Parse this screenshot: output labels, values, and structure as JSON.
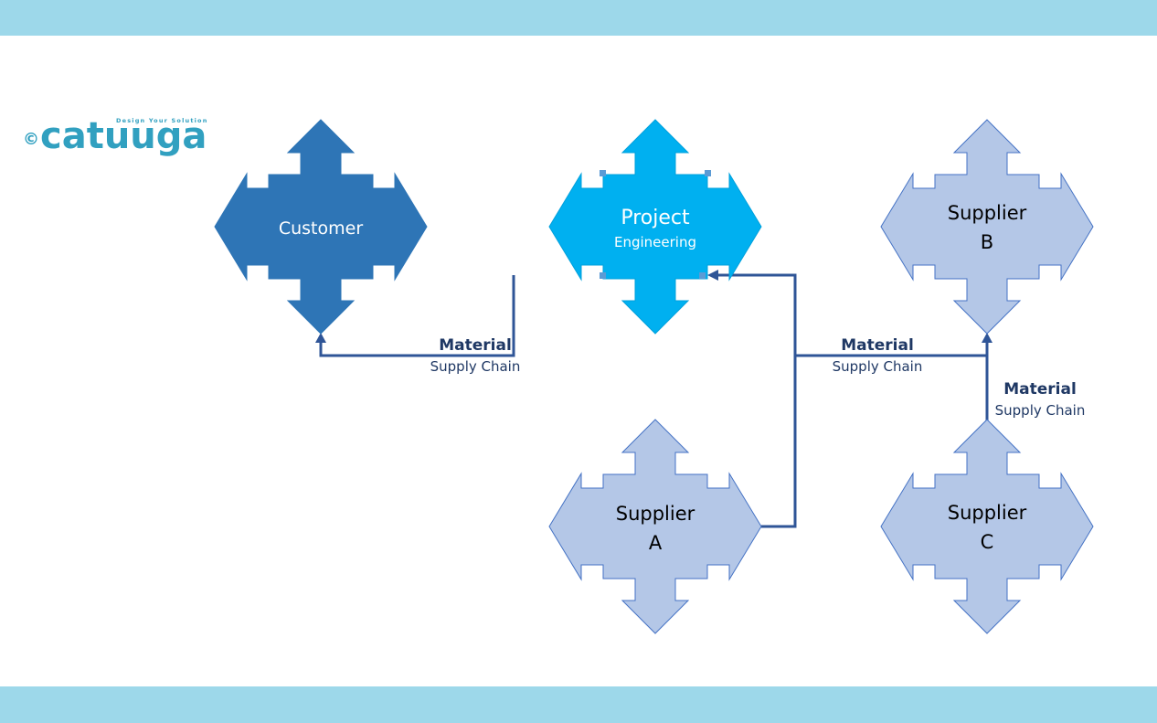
{
  "logo": {
    "copyright": "©",
    "brand": "catuuga",
    "tagline": "Design Your Solution"
  },
  "nodes": {
    "customer": {
      "line1": "Customer",
      "line2": ""
    },
    "project": {
      "line1": "Project",
      "line2": "Engineering"
    },
    "supplier_a": {
      "line1": "Supplier",
      "line2": "A"
    },
    "supplier_b": {
      "line1": "Supplier",
      "line2": "B"
    },
    "supplier_c": {
      "line1": "Supplier",
      "line2": "C"
    }
  },
  "connectors": {
    "customer_project": {
      "bold": "Material",
      "sub": "Supply Chain"
    },
    "suppliers_ab": {
      "bold": "Material",
      "sub": "Supply Chain"
    },
    "supplier_bc": {
      "bold": "Material",
      "sub": "Supply Chain"
    }
  },
  "colors": {
    "band": "#9dd8ea",
    "customer_fill": "#2e75b6",
    "project_fill": "#00b0f0",
    "supplier_fill": "#b4c7e7",
    "supplier_stroke": "#4472c4",
    "connector": "#2f5597",
    "logo": "#31a0c0"
  }
}
